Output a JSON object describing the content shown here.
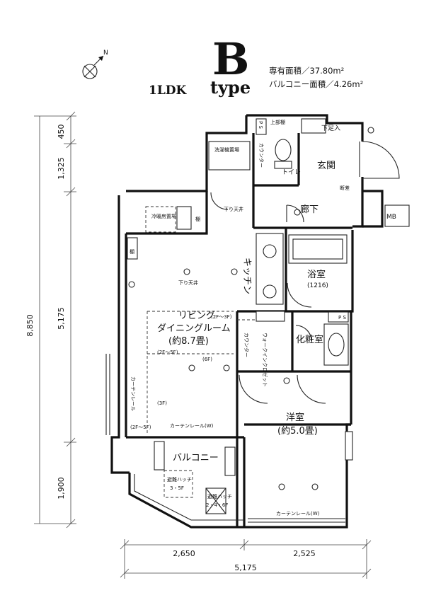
{
  "header": {
    "type_letter": "B",
    "type_word": "type",
    "layout": "1LDK",
    "exclusive_area": "専有面積／37.80m²",
    "balcony_area": "バルコニー面積／4.26m²",
    "north_label": "N"
  },
  "rooms": {
    "storage_top": "上部棚",
    "shoe_closet": "下足入",
    "entrance": "玄関",
    "toilet": "トイレ",
    "counter": "カウンター",
    "washing_place": "洗濯機置場",
    "step": "断差",
    "hallway": "廊下",
    "mb": "MB",
    "lowered_ceiling_1": "下り天井",
    "lowered_ceiling_2": "下り天井",
    "ac_place": "冷暖房置場",
    "shelf_1": "棚",
    "shelf_2": "棚",
    "kitchen": "キッチン",
    "bathroom": "浴室",
    "bath_size": "(1216)",
    "living": "リビング",
    "ceiling_ht_1": "(2F～3F)",
    "dining": "ダイニングルーム",
    "ldk_size": "(約8.7畳)",
    "ceiling_ht_2": "(2F～5F)",
    "ceiling_ht_3": "(6F)",
    "ceiling_ht_4": "(3F)",
    "ceiling_ht_5": "(2F～5F)",
    "powder_room": "化粧室",
    "walk_in_closet": "ウォークインクロゼット",
    "counter_2": "カウンター",
    "western_room": "洋室",
    "western_size": "(約5.0畳)",
    "curtain_rail_1": "カーテンレール(W)",
    "curtain_rail_2": "カーテンレール(W)",
    "curtain_rail_side": "カーテンレール",
    "balcony": "バルコニー",
    "escape_hatch": "避難ハッチ",
    "hatch_floors": "3・5F",
    "escape_ladder": "避難ハッチ",
    "ladder_floors": "2・4・6F",
    "ps_1": "P S",
    "ps_2": "P S"
  },
  "dimensions": {
    "left": [
      "450",
      "1,325",
      "5,175",
      "1,900"
    ],
    "left_total": "8,850",
    "bottom": [
      "2,650",
      "2,525"
    ],
    "bottom_total": "5,175"
  }
}
